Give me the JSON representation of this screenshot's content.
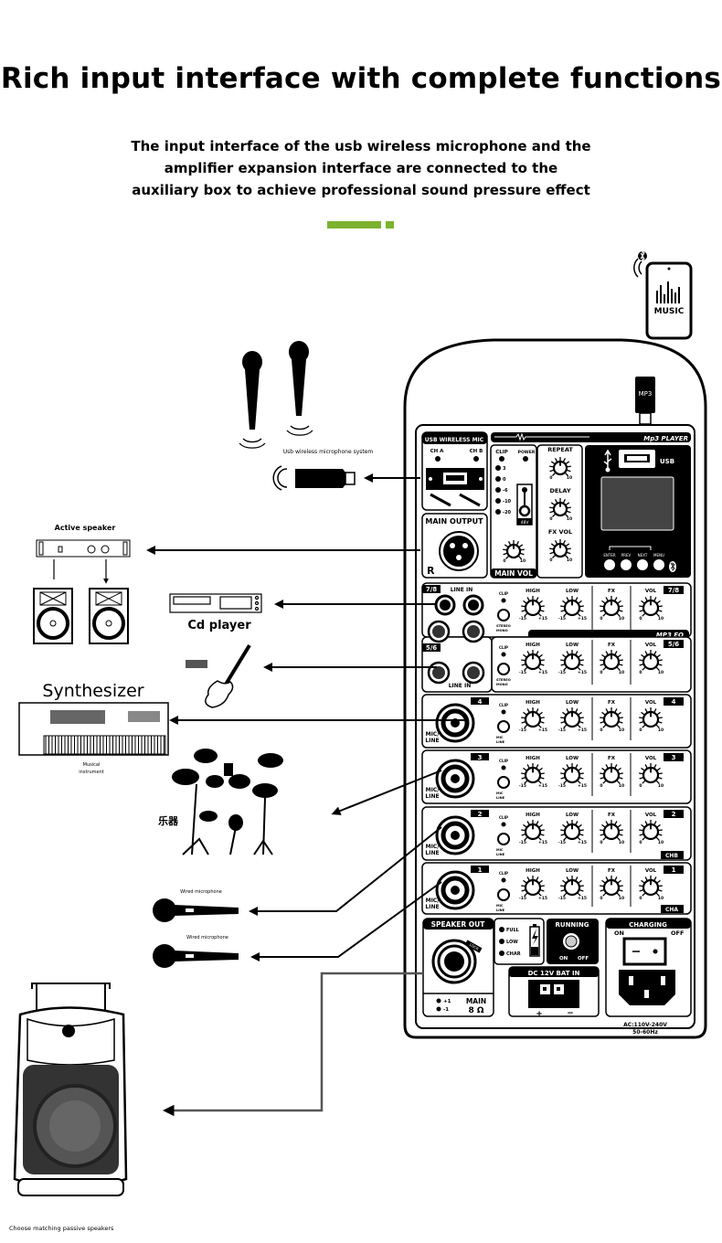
{
  "header": {
    "title": "Rich input interface with complete functions",
    "subtitle_lines": [
      "The input interface of the usb wireless microphone and the",
      "amplifier expansion interface are connected to the",
      "auxiliary box to achieve professional sound pressure effect"
    ],
    "accent_color": "#7cb22f"
  },
  "phone": {
    "label": "MUSIC",
    "icons": [
      "bluetooth-icon",
      "wifi-signal-icon",
      "equalizer-icon"
    ]
  },
  "dongle": {
    "label": "MP3"
  },
  "devices": {
    "usb_mic_label": "Usb wireless microphone system",
    "active_speaker_label": "Active speaker",
    "cd_label": "Cd player",
    "synth_label": "Synthesizer",
    "musical_instrument_label": [
      "Musical",
      "instrument"
    ],
    "drums_label": "乐器",
    "wired_mic_labels": [
      "Wired microphone",
      "Wired microphone"
    ],
    "passive_speaker_label": "Choose matching passive speakers"
  },
  "panel": {
    "usb_mic": {
      "title": "USB WIRELESS MIC",
      "ch_a": "CH A",
      "ch_b": "CH B"
    },
    "mp3_player": {
      "title": "Mp3 PLAYER",
      "usb": "USB",
      "buttons": [
        "ENTER",
        "PREV",
        "NEXT",
        "MENU"
      ]
    },
    "meter": {
      "clip": "CLIP",
      "power": "POWER",
      "levels": [
        "3",
        "0",
        "-6",
        "-10",
        "-20"
      ],
      "phantom": "48V"
    },
    "main_vol": {
      "label": "MAIN VOL",
      "min": "0",
      "max": "10"
    },
    "effects": [
      {
        "label": "REPEAT",
        "min": "0",
        "max": "10"
      },
      {
        "label": "DELAY",
        "min": "0",
        "max": "10"
      },
      {
        "label": "FX VOL",
        "min": "0",
        "max": "10"
      }
    ],
    "main_output": {
      "title": "MAIN OUTPUT",
      "side": "R"
    },
    "line_in": "LINE IN",
    "mp3_eq": "MP3 EQ",
    "channel_knobs": {
      "high": "HIGH",
      "low": "LOW",
      "fx": "FX",
      "vol": "VOL",
      "eq_min": "-15",
      "eq_max": "+15",
      "min": "0",
      "max": "10",
      "clip": "CLIP"
    },
    "stereo_mono": [
      "STEREO",
      "MONO"
    ],
    "mic_line_switch": [
      "MIC",
      "LINE"
    ],
    "mic_line": [
      "MIC/",
      "LINE"
    ],
    "channels": [
      {
        "badge": "7/8",
        "type": "line"
      },
      {
        "badge": "5/6",
        "type": "line"
      },
      {
        "badge": "4",
        "type": "mic"
      },
      {
        "badge": "3",
        "type": "mic"
      },
      {
        "badge": "2",
        "type": "mic",
        "group": "CHB"
      },
      {
        "badge": "1",
        "type": "mic",
        "group": "CHA"
      }
    ],
    "speaker_out": {
      "title": "SPEAKER OUT",
      "lock": "LOCK",
      "pins": [
        "+1",
        "-1"
      ],
      "main": "MAIN",
      "impedance": "8 Ω"
    },
    "battery": {
      "states": [
        "FULL",
        "LOW",
        "CHAR"
      ]
    },
    "running": {
      "title": "RUNNING",
      "on": "ON",
      "off": "OFF"
    },
    "dc_in": {
      "title": "DC 12V BAT IN",
      "plus": "+",
      "minus": "−"
    },
    "charging": {
      "title": "CHARGING",
      "on": "ON",
      "off": "OFF",
      "rating": [
        "AC:110V-240V",
        "50-60Hz"
      ]
    }
  }
}
